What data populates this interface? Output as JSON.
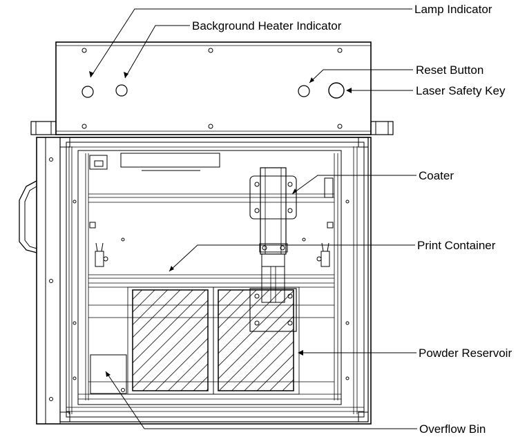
{
  "labels": {
    "lamp_indicator": "Lamp Indicator",
    "background_heater_indicator": "Background Heater Indicator",
    "reset_button": "Reset Button",
    "laser_safety_key": "Laser Safety Key",
    "coater": "Coater",
    "print_container": "Print Container",
    "powder_reservoir": "Powder Reservoir",
    "overflow_bin": "Overflow Bin"
  },
  "colors": {
    "line": "#000000",
    "background": "#ffffff"
  }
}
